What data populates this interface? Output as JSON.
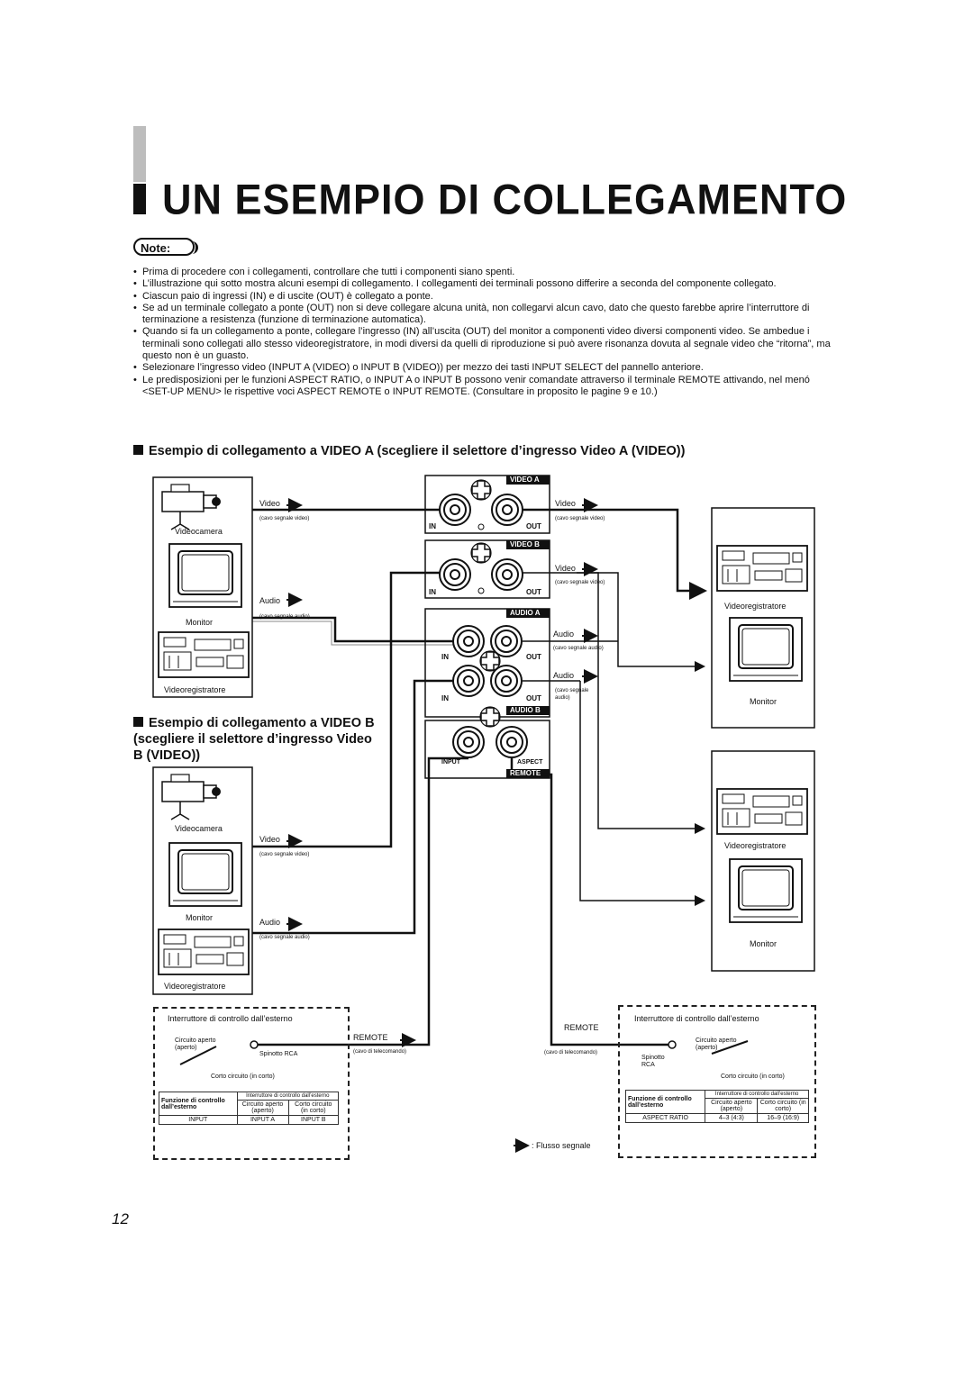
{
  "title": "UN ESEMPIO DI COLLEGAMENTO",
  "note_label": "Note:",
  "notes": [
    "Prima di procedere con i collegamenti, controllare che tutti i componenti siano spenti.",
    "L’illustrazione qui sotto mostra alcuni esempi di collegamento. I collegamenti dei terminali possono differire a seconda del componente collegato.",
    "Ciascun paio di ingressi (IN) e di uscite (OUT) è collegato a ponte.",
    "Se ad un terminale collegato a ponte (OUT) non si deve collegare alcuna unità, non collegarvi alcun cavo, dato che questo farebbe aprire l’interruttore di terminazione a resistenza (funzione di terminazione automatica).",
    "Quando si fa un collegamento a ponte, collegare l’ingresso (IN) all’uscita (OUT) del monitor a componenti video diversi componenti video. Se ambedue i terminali sono collegati allo stesso videoregistratore, in modi diversi da quelli di riproduzione si può avere risonanza dovuta al segnale video che “ritorna”, ma questo non è un guasto.",
    "Selezionare l’ingresso video (INPUT A (VIDEO) o INPUT B (VIDEO)) per  mezzo dei tasti INPUT SELECT del pannello anteriore.",
    "Le predisposizioni per le funzioni ASPECT RATIO, o INPUT A o INPUT B possono venir comandate attraverso il terminale REMOTE attivando, nel menó <SET-UP MENU> le rispettive voci ASPECT REMOTE o INPUT REMOTE. (Consultare in proposito le pagine 9 e 10.)"
  ],
  "section_a": "Esempio di collegamento a VIDEO A (scegliere il selettore d’ingresso Video A (VIDEO))",
  "section_b": "Esempio di collegamento a VIDEO B (scegliere il selettore d’ingresso Video B (VIDEO))",
  "devices": {
    "videocamera": "Videocamera",
    "monitor": "Monitor",
    "videoregistratore": "Videoregistratore"
  },
  "cables": {
    "video": "Video",
    "audio": "Audio",
    "cavo_video": "(cavo segnale video)",
    "cavo_audio": "(cavo segnale audio)",
    "cavo_audio_split_1": "(cavo segnale",
    "cavo_audio_split_2": "audio)",
    "remote": "REMOTE",
    "cavo_tele": "(cavo di telecomando)"
  },
  "panel": {
    "video_a": "VIDEO A",
    "video_b": "VIDEO B",
    "audio_a": "AUDIO A",
    "audio_b": "AUDIO B",
    "in": "IN",
    "out": "OUT",
    "input": "INPUT",
    "aspect": "ASPECT",
    "remote": "REMOTE"
  },
  "ext_switch": {
    "title": "Interruttore di controllo dall’esterno",
    "open_1": "Circuito aperto",
    "open_2": "(aperto)",
    "rca": "Spinotto RCA",
    "rca_1": "Spinotto",
    "rca_2": "RCA",
    "short": "Corto circuito (in corto)"
  },
  "table_left": {
    "func": "Funzione di controllo dall’esterno",
    "head": "Interruttore di controllo dall’esterno",
    "col1": "Circuito aperto (aperto)",
    "col2": "Corto circuito (in corto)",
    "row": [
      "INPUT",
      "INPUT A",
      "INPUT B"
    ]
  },
  "table_right": {
    "func": "Funzione di controllo dall’esterno",
    "head": "Interruttore di controllo dall’esterno",
    "col1": "Circuito aperto (aperto)",
    "col2": "Corto circuito (in corto)",
    "row": [
      "ASPECT RATIO",
      "4–3 (4:3)",
      "16–9 (16:9)"
    ]
  },
  "legend": ": Flusso segnale",
  "page_number": "12"
}
